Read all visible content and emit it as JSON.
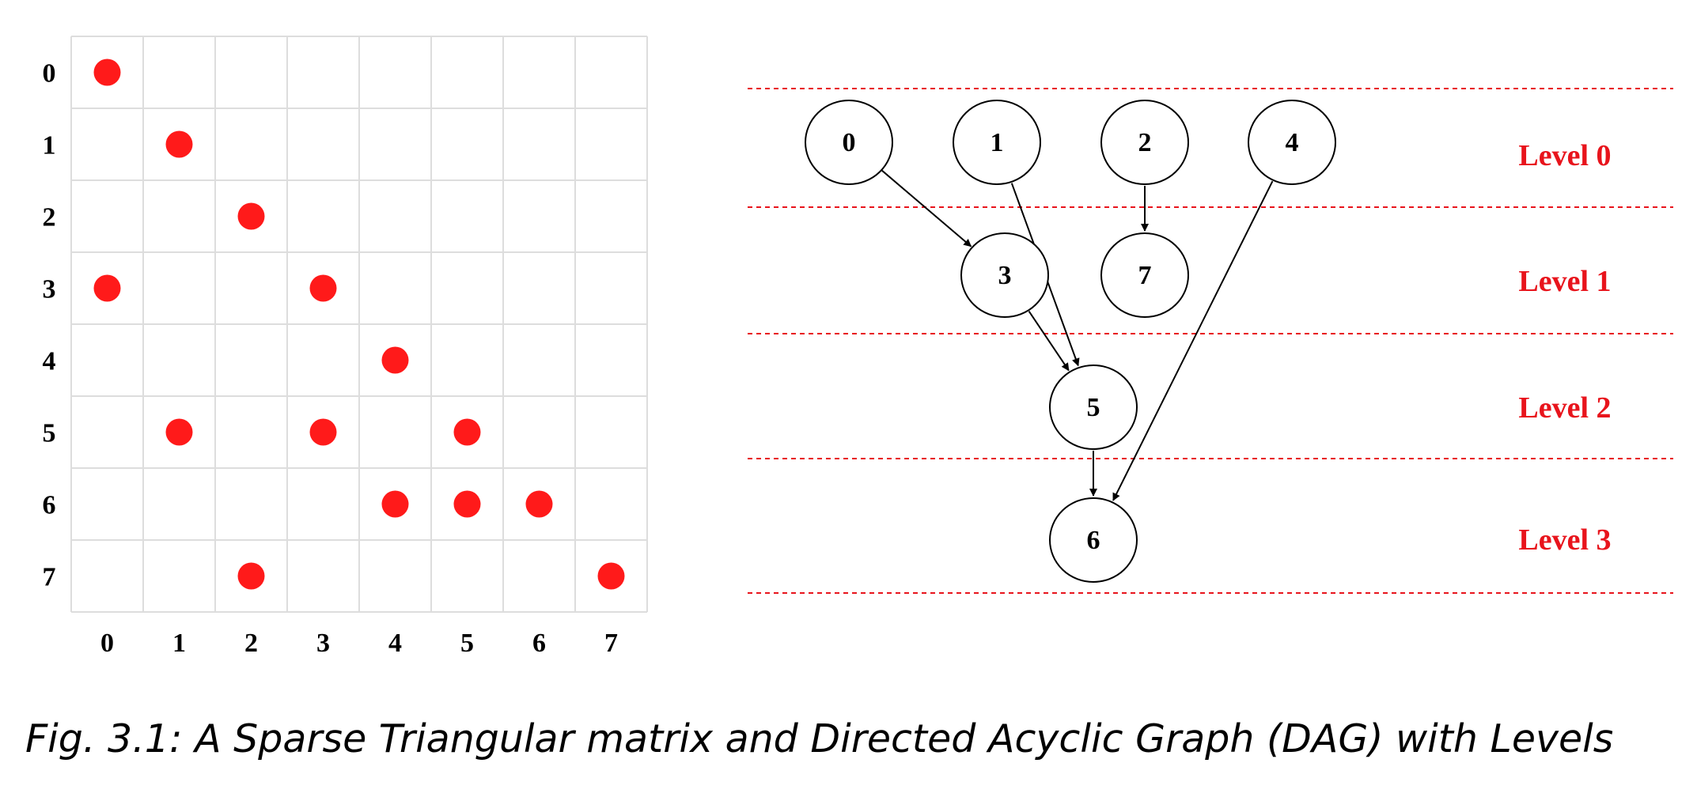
{
  "matrix": {
    "row_labels": [
      "0",
      "1",
      "2",
      "3",
      "4",
      "5",
      "6",
      "7"
    ],
    "col_labels": [
      "0",
      "1",
      "2",
      "3",
      "4",
      "5",
      "6",
      "7"
    ],
    "nonzeros": [
      [
        0,
        0
      ],
      [
        1,
        1
      ],
      [
        2,
        2
      ],
      [
        3,
        0
      ],
      [
        3,
        3
      ],
      [
        4,
        4
      ],
      [
        5,
        1
      ],
      [
        5,
        3
      ],
      [
        5,
        5
      ],
      [
        6,
        4
      ],
      [
        6,
        5
      ],
      [
        6,
        6
      ],
      [
        7,
        2
      ],
      [
        7,
        7
      ]
    ],
    "dot_color": "#ff1a1a",
    "grid_color": "#dddddd"
  },
  "dag": {
    "nodes": [
      {
        "id": "0",
        "level": 0
      },
      {
        "id": "1",
        "level": 0
      },
      {
        "id": "2",
        "level": 0
      },
      {
        "id": "4",
        "level": 0
      },
      {
        "id": "3",
        "level": 1
      },
      {
        "id": "7",
        "level": 1
      },
      {
        "id": "5",
        "level": 2
      },
      {
        "id": "6",
        "level": 3
      }
    ],
    "edges": [
      [
        "0",
        "3"
      ],
      [
        "1",
        "5"
      ],
      [
        "2",
        "7"
      ],
      [
        "3",
        "5"
      ],
      [
        "4",
        "6"
      ],
      [
        "5",
        "6"
      ]
    ],
    "levels": [
      "Level 0",
      "Level 1",
      "Level 2",
      "Level 3"
    ],
    "level_color": "#e8141c",
    "separator_color": "#e8141c"
  },
  "caption": "Fig. 3.1: A Sparse Triangular matrix and Directed Acyclic Graph (DAG) with Levels"
}
